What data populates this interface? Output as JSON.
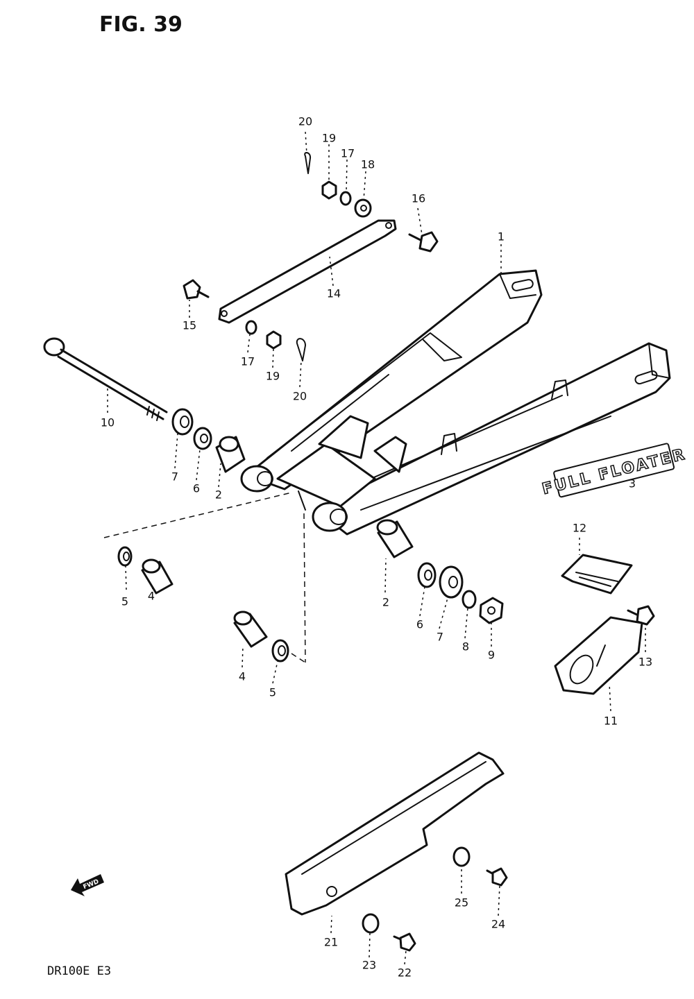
{
  "figure": {
    "title": "FIG. 39",
    "model_code": "DR100E E3",
    "fwd_label": "FWD",
    "decal_text": "FULL FLOATER"
  },
  "callouts": [
    {
      "id": "c1",
      "label": "1"
    },
    {
      "id": "c2a",
      "label": "2"
    },
    {
      "id": "c2b",
      "label": "2"
    },
    {
      "id": "c3",
      "label": "3"
    },
    {
      "id": "c4a",
      "label": "4"
    },
    {
      "id": "c4b",
      "label": "4"
    },
    {
      "id": "c5a",
      "label": "5"
    },
    {
      "id": "c5b",
      "label": "5"
    },
    {
      "id": "c6a",
      "label": "6"
    },
    {
      "id": "c6b",
      "label": "6"
    },
    {
      "id": "c7a",
      "label": "7"
    },
    {
      "id": "c7b",
      "label": "7"
    },
    {
      "id": "c8",
      "label": "8"
    },
    {
      "id": "c9",
      "label": "9"
    },
    {
      "id": "c10",
      "label": "10"
    },
    {
      "id": "c11",
      "label": "11"
    },
    {
      "id": "c12",
      "label": "12"
    },
    {
      "id": "c13",
      "label": "13"
    },
    {
      "id": "c14",
      "label": "14"
    },
    {
      "id": "c15",
      "label": "15"
    },
    {
      "id": "c16",
      "label": "16"
    },
    {
      "id": "c17a",
      "label": "17"
    },
    {
      "id": "c17b",
      "label": "17"
    },
    {
      "id": "c18",
      "label": "18"
    },
    {
      "id": "c19a",
      "label": "19"
    },
    {
      "id": "c19b",
      "label": "19"
    },
    {
      "id": "c20a",
      "label": "20"
    },
    {
      "id": "c20b",
      "label": "20"
    },
    {
      "id": "c21",
      "label": "21"
    },
    {
      "id": "c22",
      "label": "22"
    },
    {
      "id": "c23",
      "label": "23"
    },
    {
      "id": "c24",
      "label": "24"
    },
    {
      "id": "c25",
      "label": "25"
    }
  ]
}
